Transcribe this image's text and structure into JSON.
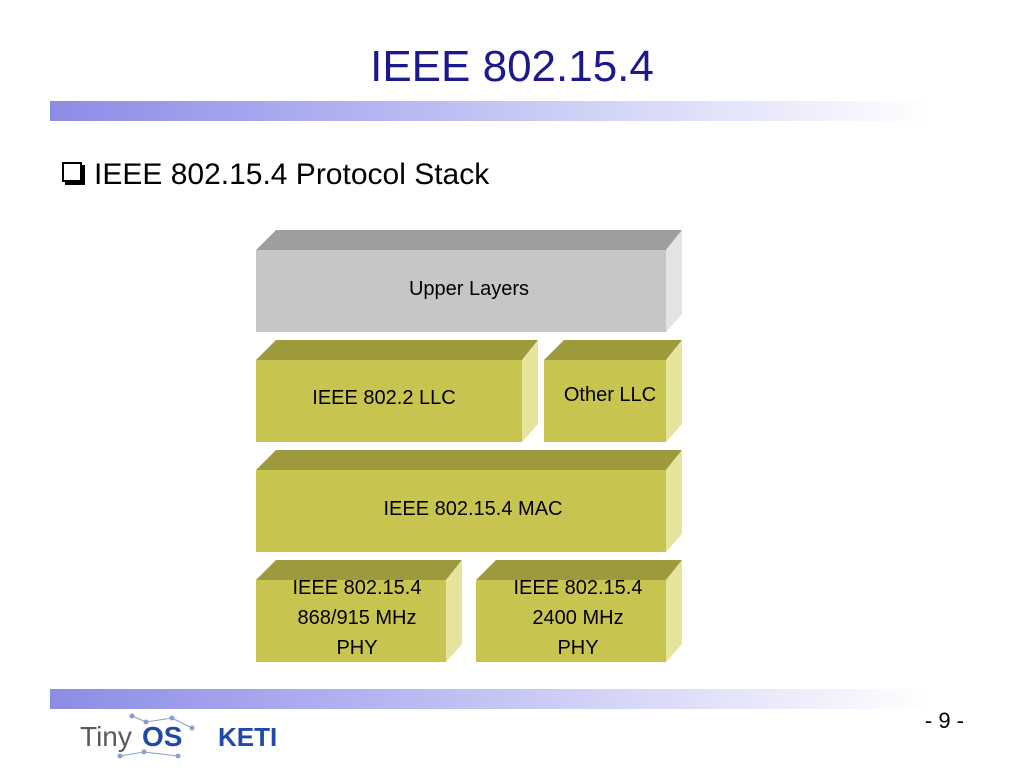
{
  "slide": {
    "title": "IEEE 802.15.4",
    "bullet": "IEEE 802.15.4 Protocol Stack",
    "page_number": "- 9 -"
  },
  "diagram": {
    "upper_layers": "Upper Layers",
    "llc_ieee": "IEEE 802.2 LLC",
    "llc_other": "Other LLC",
    "mac": "IEEE 802.15.4 MAC",
    "phy_low": [
      "IEEE 802.15.4",
      "868/915 MHz",
      "PHY"
    ],
    "phy_high": [
      "IEEE 802.15.4",
      "2400 MHz",
      "PHY"
    ]
  },
  "logos": {
    "tinyos": {
      "text_tiny": "Tiny",
      "text_os": "OS"
    },
    "keti": "KETI"
  },
  "colors": {
    "title": "#1a1a8c",
    "block_front": "#c8c450",
    "block_top": "#9c9a3c",
    "block_side": "#e6e49c",
    "upper_front": "#c6c6c6",
    "upper_top": "#9e9e9e",
    "upper_side": "#e4e4e4",
    "keti_blue": "#1f4aa8"
  }
}
